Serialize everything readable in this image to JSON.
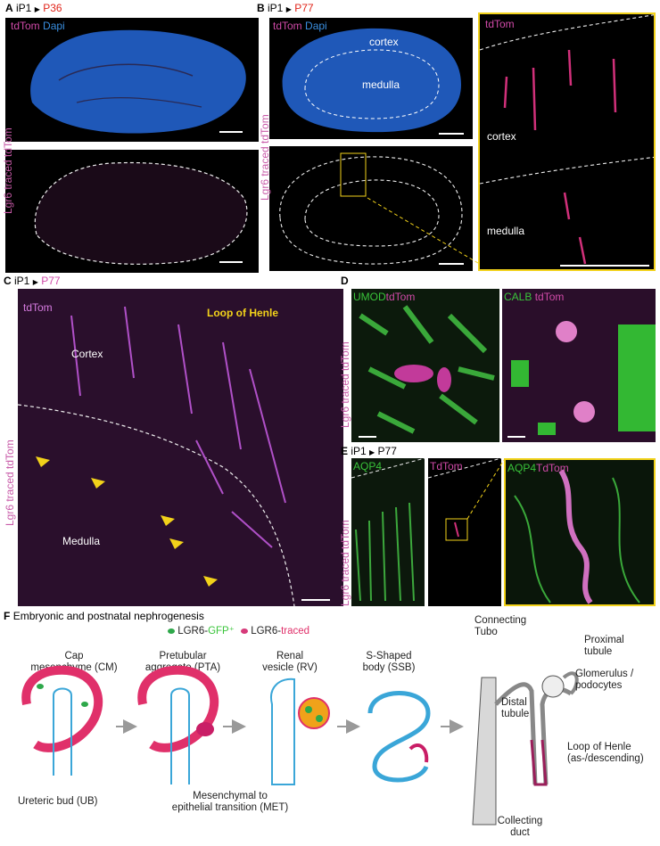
{
  "panelA": {
    "letter": "A",
    "ip": "iP1",
    "time": "P36",
    "stain_tdtom": "tdTom",
    "stain_dapi": "Dapi",
    "side_label": "Lgr6 traced tdTom"
  },
  "panelB": {
    "letter": "B",
    "ip": "iP1",
    "time": "P77",
    "stain_tdtom": "tdTom",
    "stain_dapi": "Dapi",
    "cortex": "cortex",
    "medulla": "medulla",
    "side_label": "Lgr6 traced tdTom",
    "zoom_title": "tdTom",
    "zoom_cortex": "cortex",
    "zoom_medulla": "medulla"
  },
  "panelC": {
    "letter": "C",
    "ip": "iP1",
    "time": "P77",
    "stain": "tdTom",
    "title": "Loop of Henle",
    "cortex": "Cortex",
    "medulla": "Medulla",
    "side_label": "Lgr6 traced tdTom"
  },
  "panelD": {
    "letter": "D",
    "left_a": "UMOD",
    "left_b": "tdTom",
    "right_a": "CALB",
    "right_b": "tdTom",
    "side_label": "Lgr6 traced tdTom"
  },
  "panelE": {
    "letter": "E",
    "ip": "iP1",
    "time": "P77",
    "p1": "AQP4",
    "p2": "TdTom",
    "p3a": "AQP4",
    "p3b": "TdTom",
    "side_label": "Lgr6 traced tdTom"
  },
  "panelF": {
    "letter": "F",
    "title": "Embryonic and postnatal nephrogenesis",
    "legend_gfp_a": "LGR6-",
    "legend_gfp_b": "GFP⁺",
    "legend_traced_a": "LGR6-",
    "legend_traced_b": "traced",
    "cm_1": "Cap",
    "cm_2": "mesenchyme (CM)",
    "pta_1": "Pretubular",
    "pta_2": "aggregate (PTA)",
    "rv_1": "Renal",
    "rv_2": "vesicle (RV)",
    "ssb_1": "S-Shaped",
    "ssb_2": "body (SSB)",
    "ub": "Ureteric bud (UB)",
    "met_1": "Mesenchymal to",
    "met_2": "epithelial transition (MET)",
    "connecting_1": "Connecting",
    "connecting_2": "Tubo",
    "proximal_1": "Proximal",
    "proximal_2": "tubule",
    "glom_1": "Glomerulus /",
    "glom_2": "podocytes",
    "distal_1": "Distal",
    "distal_2": "tubule",
    "loop_1": "Loop of Henle",
    "loop_2": "(as-/descending)",
    "collecting_1": "Collecting",
    "collecting_2": "duct"
  },
  "colors": {
    "magenta": "#d04aa8",
    "red": "#e0241a",
    "blue": "#3a8fe0",
    "green": "#39c43a",
    "yellow": "#f2d21a",
    "pink_cell": "#e0306a",
    "cyan_cell": "#3aa6d8"
  }
}
